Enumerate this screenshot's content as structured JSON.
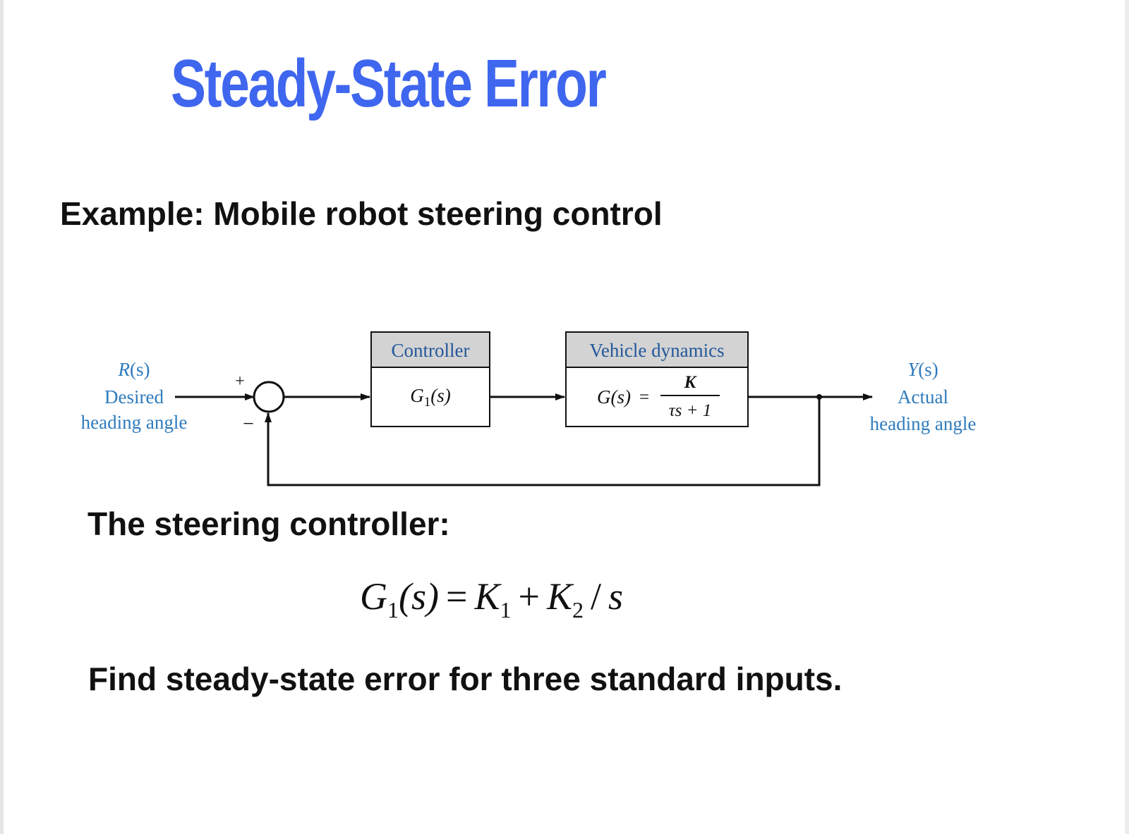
{
  "slide": {
    "title": "Steady-State Error",
    "example_heading": "Example: Mobile robot steering control",
    "controller_heading": "The steering controller:",
    "task": "Find steady-state error for three standard inputs."
  },
  "diagram": {
    "input": {
      "symbol": "R",
      "arg": "(s)",
      "line1": "Desired",
      "line2": "heading angle"
    },
    "output": {
      "symbol": "Y",
      "arg": "(s)",
      "line1": "Actual",
      "line2": "heading angle"
    },
    "summing_junction": {
      "plus_sign": "+",
      "minus_sign": "−"
    },
    "controller_block": {
      "header": "Controller",
      "symbol": "G",
      "subscript": "1",
      "arg": "(s)"
    },
    "plant_block": {
      "header": "Vehicle dynamics",
      "lhs": "G(s)",
      "equals": "=",
      "numerator": "K",
      "denominator_tau": "τ",
      "denominator_rest": "s + 1"
    },
    "colors": {
      "label_blue": "#2e7bbd",
      "header_fill": "#d3d3d3",
      "line": "#111111"
    }
  },
  "formula": {
    "G": "G",
    "G_sub": "1",
    "arg": "(s)",
    "equals": "=",
    "K1": "K",
    "K1_sub": "1",
    "plus": "+",
    "K2": "K",
    "K2_sub": "2",
    "slash": "/",
    "s": "s"
  },
  "colors": {
    "title_blue": "#3f66ee",
    "text": "#111111"
  }
}
